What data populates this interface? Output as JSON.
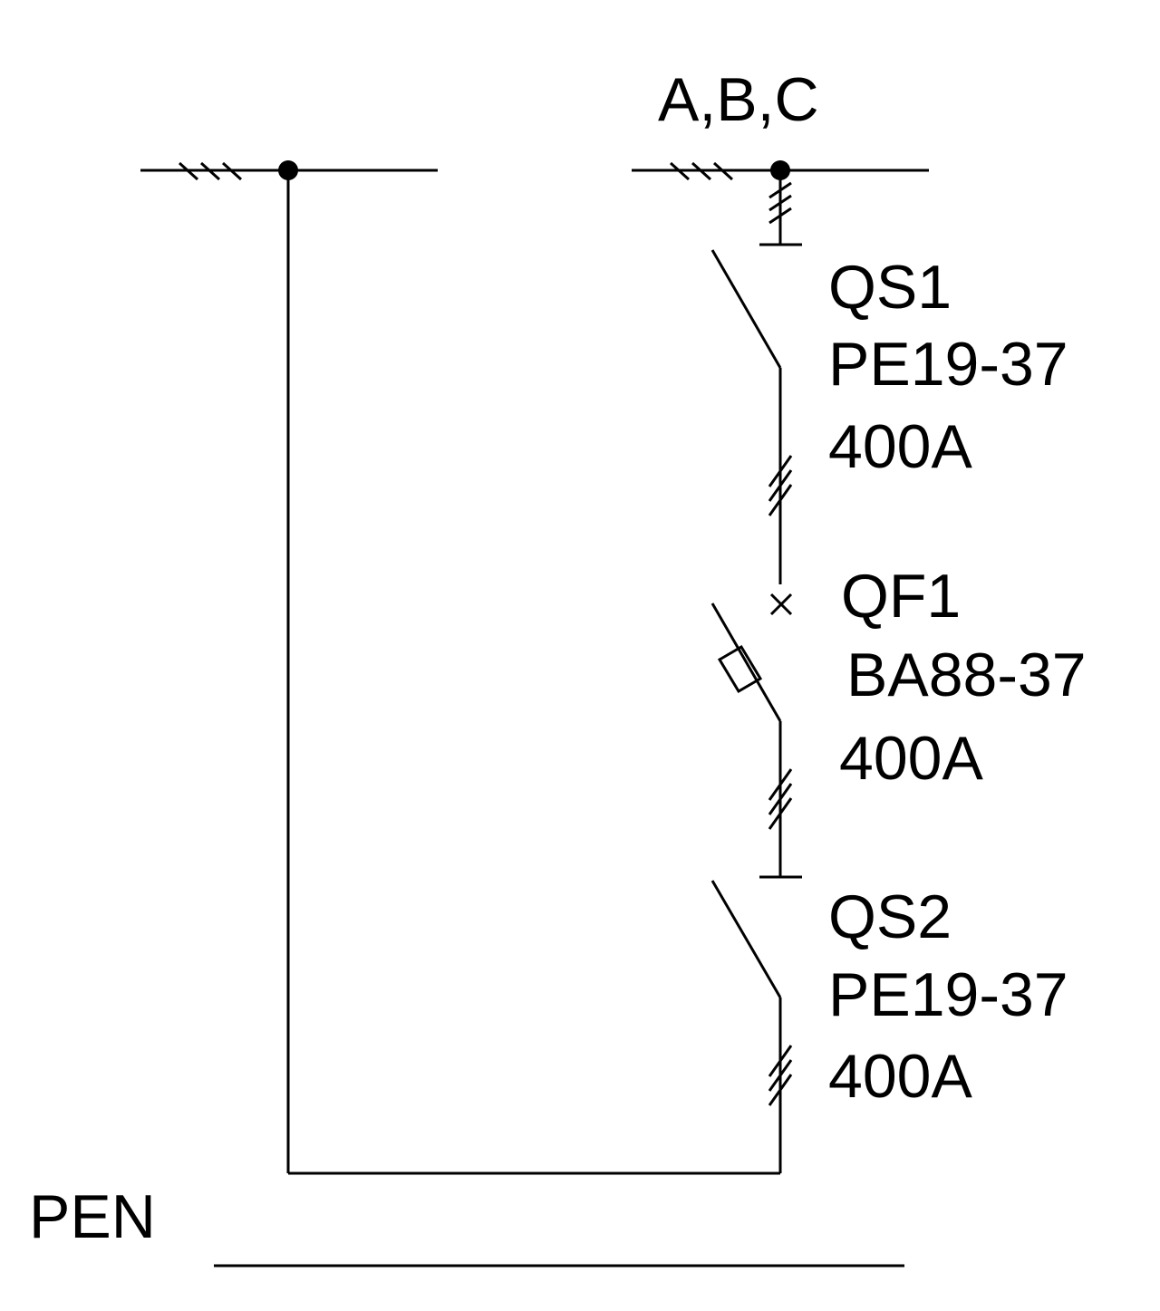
{
  "bus_label": "A,B,C",
  "pen_label": "PEN",
  "components": [
    {
      "id": "QS1",
      "type": "disconnector",
      "model": "PE19-37",
      "rating": "400A"
    },
    {
      "id": "QF1",
      "type": "circuit-breaker",
      "model": "BA88-37",
      "rating": "400A"
    },
    {
      "id": "QS2",
      "type": "disconnector",
      "model": "PE19-37",
      "rating": "400A"
    }
  ],
  "colors": {
    "line": "#000000",
    "background": "#ffffff"
  }
}
